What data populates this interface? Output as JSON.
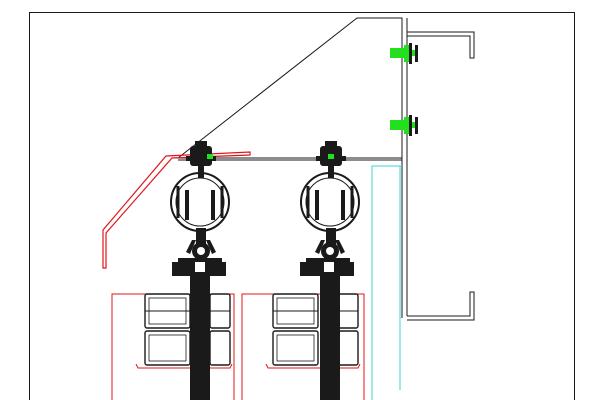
{
  "drawing": {
    "kind": "cad-section-detail",
    "has_visible_text": false
  },
  "colors": {
    "background": "#ffffff",
    "outline": "#1a1a1a",
    "bracket": "#e0151b",
    "guide_line": "#3fd6d0",
    "fastener": "#22e01e"
  },
  "components": {
    "pipe_clamps": 2,
    "rod_hangers": 2,
    "bolt_fasteners": 2,
    "stacked_blocks_per_column": 2
  }
}
